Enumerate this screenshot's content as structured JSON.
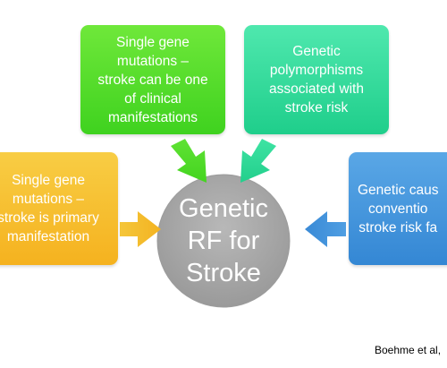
{
  "colors": {
    "center": "#a9a9a9",
    "left": "#f5b21f",
    "top_left": "#3fd21f",
    "top_right": "#1fce8b",
    "right": "#3487d4"
  },
  "center": {
    "label": "Genetic\nRF for\nStroke"
  },
  "boxes": {
    "left": "Single gene\nmutations –\nstroke is primary\nmanifestation",
    "top_left": "Single gene\nmutations –\nstroke can be one\nof clinical\nmanifestations",
    "top_right": "Genetic\npolymorphisms\nassociated with\nstroke risk",
    "right": "Genetic caus\nconventio\nstroke risk fa"
  },
  "citation": "Boehme et al,"
}
